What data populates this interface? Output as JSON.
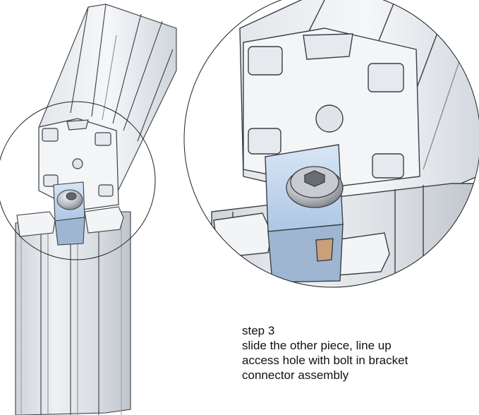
{
  "caption": {
    "step": "step 3",
    "lines": [
      "slide the other piece, line up",
      "access hole with bolt in bracket",
      "connector assembly"
    ]
  },
  "colors": {
    "profile_fill": "#eef0f3",
    "profile_shade": "#d6dbe1",
    "outline": "#3a3f45",
    "bracket": "#c6d8ee",
    "bolt": "#bcc0c4"
  },
  "icons": [
    "aluminum-extrusion-profile",
    "bracket-connector",
    "hex-socket-bolt",
    "detail-magnifier-circle"
  ]
}
